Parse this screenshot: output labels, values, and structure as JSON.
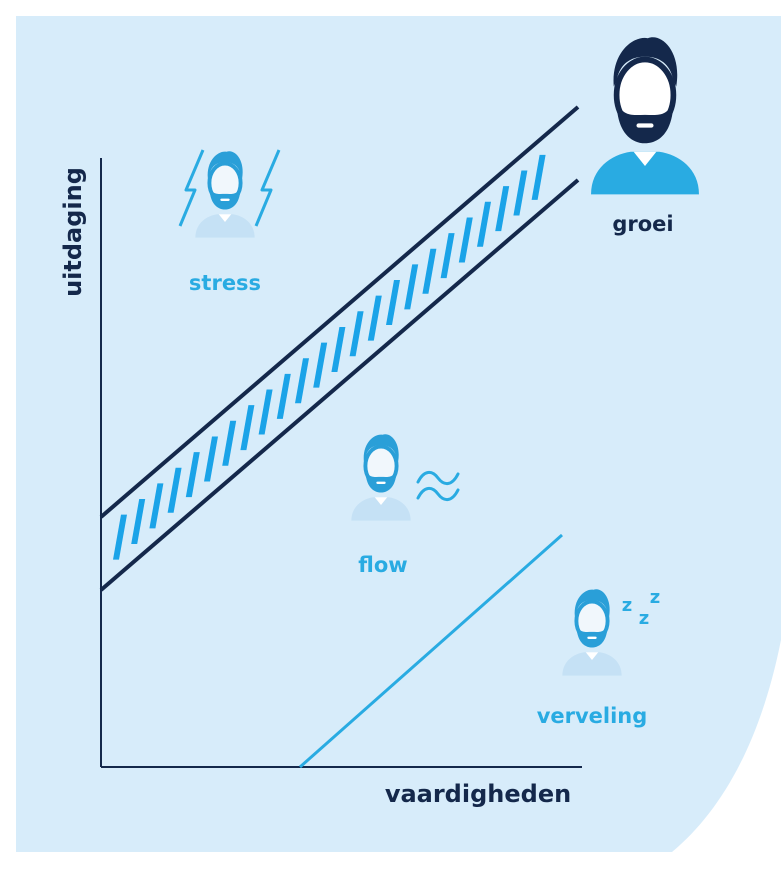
{
  "colors": {
    "background_panel": "#d7ecfa",
    "dark_navy": "#14284b",
    "accent_blue": "#1aa3e8",
    "light_blue": "#29abe2",
    "face_light": "#f1f7fc",
    "beard_light": "#2a9fd8",
    "shirt_light": "#c5e1f5"
  },
  "axes": {
    "y_label": "uitdaging",
    "x_label": "vaardigheden"
  },
  "zones": {
    "growth": {
      "label": "groei",
      "icon": "bearded-man-icon"
    },
    "stress": {
      "label": "stress",
      "icon": "stressed-man-lightning-icon"
    },
    "flow": {
      "label": "flow",
      "icon": "man-waves-icon"
    },
    "boredom": {
      "label": "verveling",
      "icon": "sleeping-man-zzz-icon"
    }
  },
  "boredom_icon_text": {
    "z1": "z",
    "z2": "z",
    "z3": "z"
  }
}
